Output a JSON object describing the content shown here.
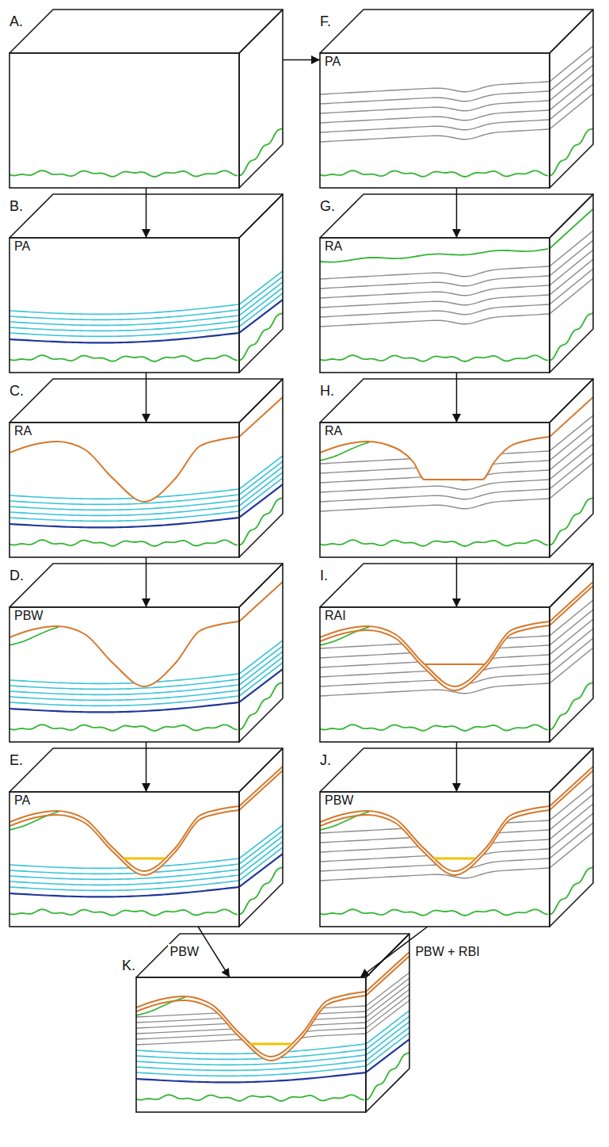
{
  "diagram": {
    "nodes": [
      {
        "text": [
          "A."
        ]
      },
      {
        "text": [
          "B.",
          "PA"
        ]
      },
      {
        "text": [
          "C.",
          "RA"
        ]
      },
      {
        "text": [
          "D.",
          "PBW"
        ]
      },
      {
        "text": [
          "E.",
          "PA"
        ]
      },
      {
        "text": [
          "F.",
          "PA"
        ]
      },
      {
        "text": [
          "G.",
          "RA"
        ]
      },
      {
        "text": [
          "H.",
          "RA"
        ]
      },
      {
        "text": [
          "I.",
          "RAI"
        ]
      },
      {
        "text": [
          "J.",
          "PBW"
        ]
      },
      {
        "text": [
          "K."
        ]
      }
    ],
    "edges": [
      {
        "from": 0,
        "to": 1,
        "arrow": "to"
      },
      {
        "from": 1,
        "to": 2,
        "arrow": "to"
      },
      {
        "from": 2,
        "to": 3,
        "arrow": "to"
      },
      {
        "from": 3,
        "to": 4,
        "arrow": "to"
      },
      {
        "from": 0,
        "to": 5,
        "arrow": "to"
      },
      {
        "from": 5,
        "to": 6,
        "arrow": "to"
      },
      {
        "from": 6,
        "to": 7,
        "arrow": "to"
      },
      {
        "from": 7,
        "to": 8,
        "arrow": "to"
      },
      {
        "from": 8,
        "to": 9,
        "arrow": "to"
      },
      {
        "from": 4,
        "to": 10,
        "label": "PBW",
        "arrow": "to"
      },
      {
        "from": 9,
        "to": 10,
        "label": "PBW + RBI",
        "arrow": "to"
      }
    ]
  }
}
